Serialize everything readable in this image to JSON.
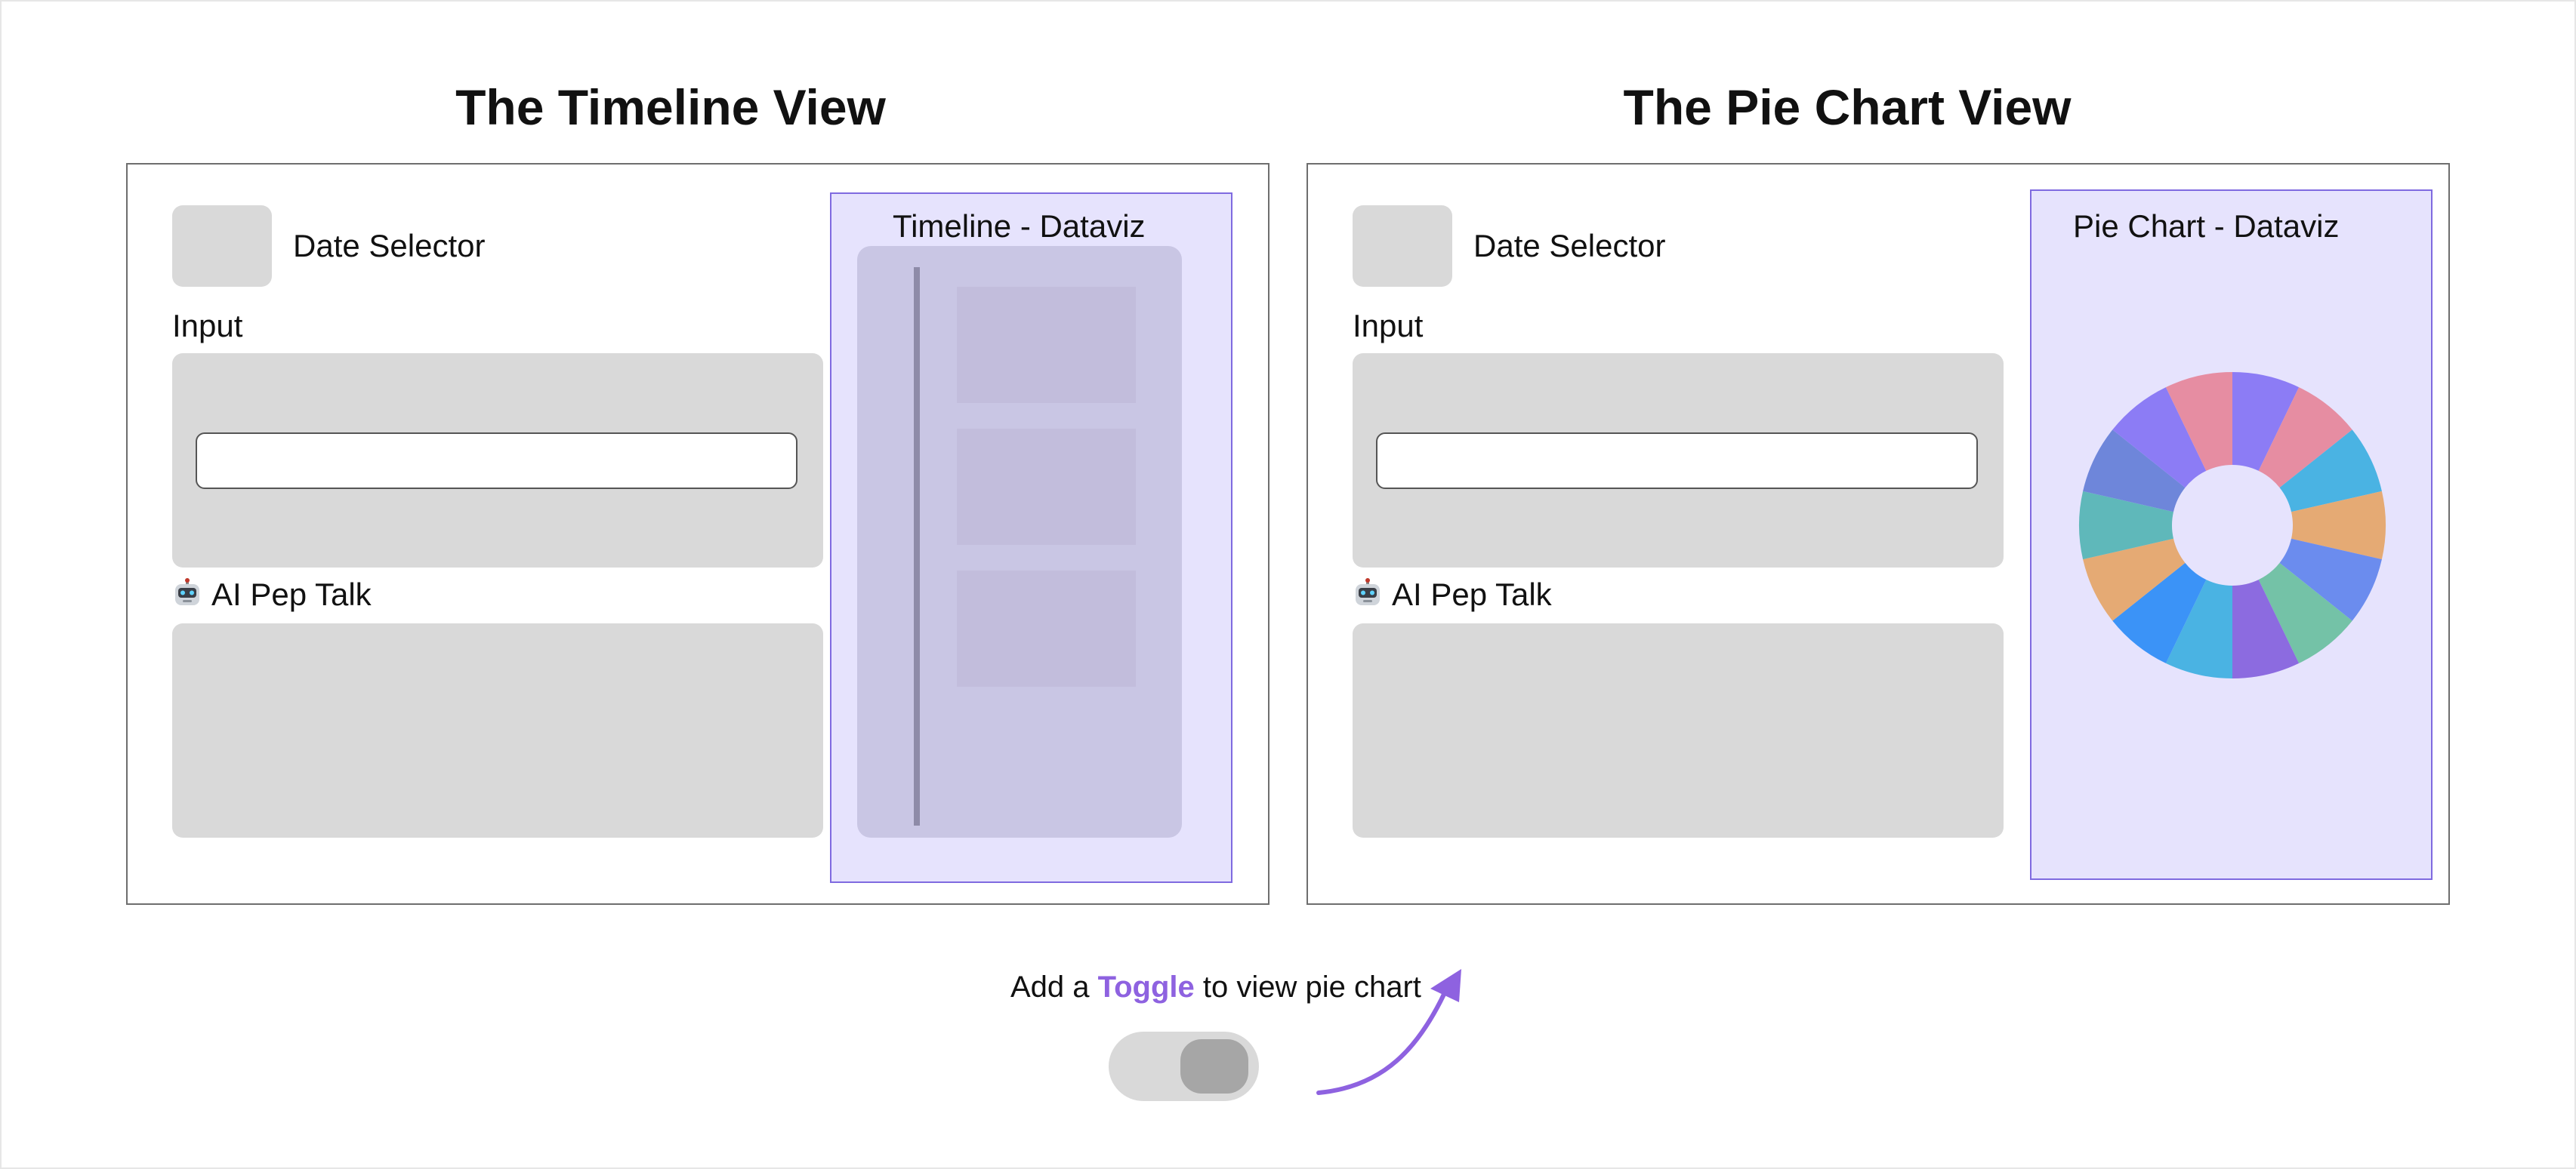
{
  "views": {
    "timeline": {
      "title": "The Timeline View",
      "date_selector_label": "Date Selector",
      "input_label": "Input",
      "pep_talk_label": "AI Pep Talk",
      "dataviz_title": "Timeline - Dataviz"
    },
    "pie": {
      "title": "The Pie Chart View",
      "date_selector_label": "Date Selector",
      "input_label": "Input",
      "pep_talk_label": "AI Pep Talk",
      "dataviz_title": "Pie Chart - Dataviz"
    }
  },
  "caption": {
    "prefix": "Add a ",
    "accent": "Toggle",
    "suffix": " to view  pie chart"
  },
  "colors": {
    "accent": "#8e62e0",
    "panel_bg": "#e6e3fd",
    "panel_border": "#7f6ae0",
    "placeholder_gray": "#d9d9d9"
  },
  "icons": {
    "pep_talk": "robot-icon",
    "arrow": "curved-arrow-icon"
  },
  "chart_data": {
    "type": "pie",
    "donut": true,
    "values": [
      1,
      1,
      1,
      1,
      1,
      1,
      1,
      1,
      1,
      1,
      1,
      1,
      1,
      1
    ],
    "colors": [
      "#8c7cf5",
      "#e68da2",
      "#4ab3e3",
      "#e5aa74",
      "#6b8cee",
      "#74c2a7",
      "#8c6be0",
      "#4ab3e3",
      "#3b93f7",
      "#e5aa74",
      "#5fb8ba",
      "#6e86da"
    ]
  }
}
